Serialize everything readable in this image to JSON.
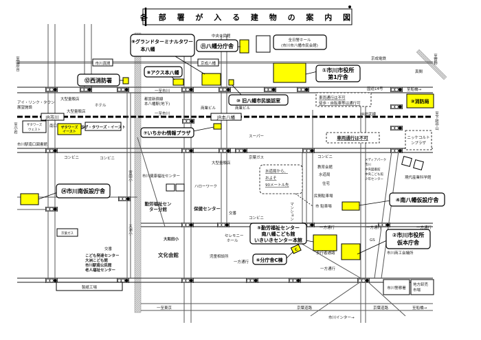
{
  "title": "各 部 署 が 入 る 建 物 の 案 内 図",
  "colors": {
    "highlight": "#ffff00",
    "line": "#000000",
    "road": "#555555"
  },
  "callouts": {
    "c1": [
      "①市川市役所",
      "第1庁舎"
    ],
    "c2": [
      "②市川市役所",
      "仮本庁舎"
    ],
    "c3": "③消防局",
    "c4": "④南八幡仮設庁舎",
    "c5": [
      "⑤勤労福祉センター",
      "南八幡こども館",
      "いきいきセンター本館"
    ],
    "c6": "⑥分庁舎C棟",
    "c6_mark": "C",
    "c7": "⑦いちかわ情報プラザ",
    "c8": "⑧アクス本八幡",
    "c9": [
      "⑨グランドターミナルタワー",
      "本八幡"
    ],
    "c10": "⑩ 旧八幡市民談話室",
    "c11": "⑪八幡分庁舎",
    "c12": "⑫西消防署",
    "c13": "⑬ザ・タワーズ・イースト",
    "c13_box": [
      "ザタワーズ",
      "イースト"
    ],
    "c14": "⑭市川南仮設庁舎"
  },
  "stations": {
    "ichikawa_mama": "市川真間",
    "keisei_yawata": "京成八幡",
    "jr_ichikawa": "JR市川",
    "jr_motoyawata": "JR本八幡"
  },
  "directions": {
    "to_konodai": "至国府台",
    "to_sugano": "至菅野",
    "to_koiwa": "至小岩",
    "to_shimousanakayama": "至下総中山",
    "to_ichikawa_1": "一至市川",
    "to_ichikawa_2": "一至市川",
    "to_funabashi_1": "至船橋→",
    "to_funabashi_2": "至船橋→",
    "to_tokyo": "一至東京"
  },
  "roads": {
    "keisei": "京成電鉄",
    "route14": "国道14号",
    "jr_sobu": "JR総武線",
    "keiyo_1": "京葉道路",
    "keiyo_2": "京葉道路",
    "interchange": "市川インター→",
    "oneway_1": "一方通行",
    "oneway_2": "一方通行",
    "oneway_3": "一方通行",
    "oneway_4": "一方通行",
    "oneway_5": "一方通行"
  },
  "notes": {
    "no_vehicles_1": [
      "車両通行は不可",
      "徒歩・自転車等は通行可"
    ],
    "no_vehicles_2": "車両通行は不可",
    "water_bureau": [
      "水道局から、",
      "およそ",
      "90メートル先"
    ]
  },
  "landmarks": {
    "chuo_kominkan": "中央公民館",
    "zennikkei_hall": [
      "全日警ホール",
      "(市川市八幡市民会館)"
    ],
    "mama": "真間",
    "toei_shinjuku": [
      "都営新宿線",
      "本八幡駅(地下)"
    ],
    "mass_retailer_1": "大型量販店",
    "mass_retailer_2": "大型量販店",
    "mass_retailer_3": "大型量販店",
    "hotel": "ホテル",
    "i_link_town": [
      "アイ・リンク・タウン",
      "展望施設"
    ],
    "minamiguchi": "南口",
    "towers_west": [
      "ザタワーズ",
      "ウェスト"
    ],
    "library": "市川駅南口図書館",
    "commercial_1": "商業ビル",
    "commercial_2": "商業ビル",
    "supermarket": "スーパー",
    "keiyo_gas_1": "京葉ガス",
    "keiyo_gas_2": "京葉ガス",
    "conv_1": "コンビニ",
    "conv_2": "コンビニ",
    "conv_3": "コンビニ",
    "conv_4": "コンビニ",
    "nikke": [
      "ニッケコルト",
      "ンプラザ"
    ],
    "health_welfare": "市川健康福祉センター",
    "hello_work": "ハローワーク",
    "labor_annex": [
      "勤労福祉セン",
      "ター分館"
    ],
    "health_center": "保健センター",
    "koban_1": "交番",
    "koban_2": "交番",
    "miyata_sho": "宮田小",
    "ohsu_sho": "大洲小",
    "education_hall": "教育会館",
    "water_bureau": "水道局",
    "housing": "住宅",
    "private_parking": "民間駐車場",
    "city_parking": "市 駐車場",
    "mansion": "マンション",
    "media_park": [
      "メディアパーク",
      "市川",
      "中央図書館",
      "中央こども館",
      "少年センター"
    ],
    "science_museum": "現代産業科学館",
    "ceremony_hall": [
      "セレモニー",
      "ホール"
    ],
    "child_guidance": "児童相談所",
    "owada_sho": "大和田小",
    "bunka_kaikan": "文化会館",
    "kodomo": [
      "こども発達センター",
      "大洲こども館",
      "市川駅南公民館",
      "老人福祉センター"
    ],
    "walkway": "歩行者通路",
    "gs": "GS",
    "chamber": "市川商工会議所",
    "paper_mill": "製紙工場",
    "police": "市川警察署",
    "market": [
      "地方卸売",
      "市場"
    ]
  }
}
